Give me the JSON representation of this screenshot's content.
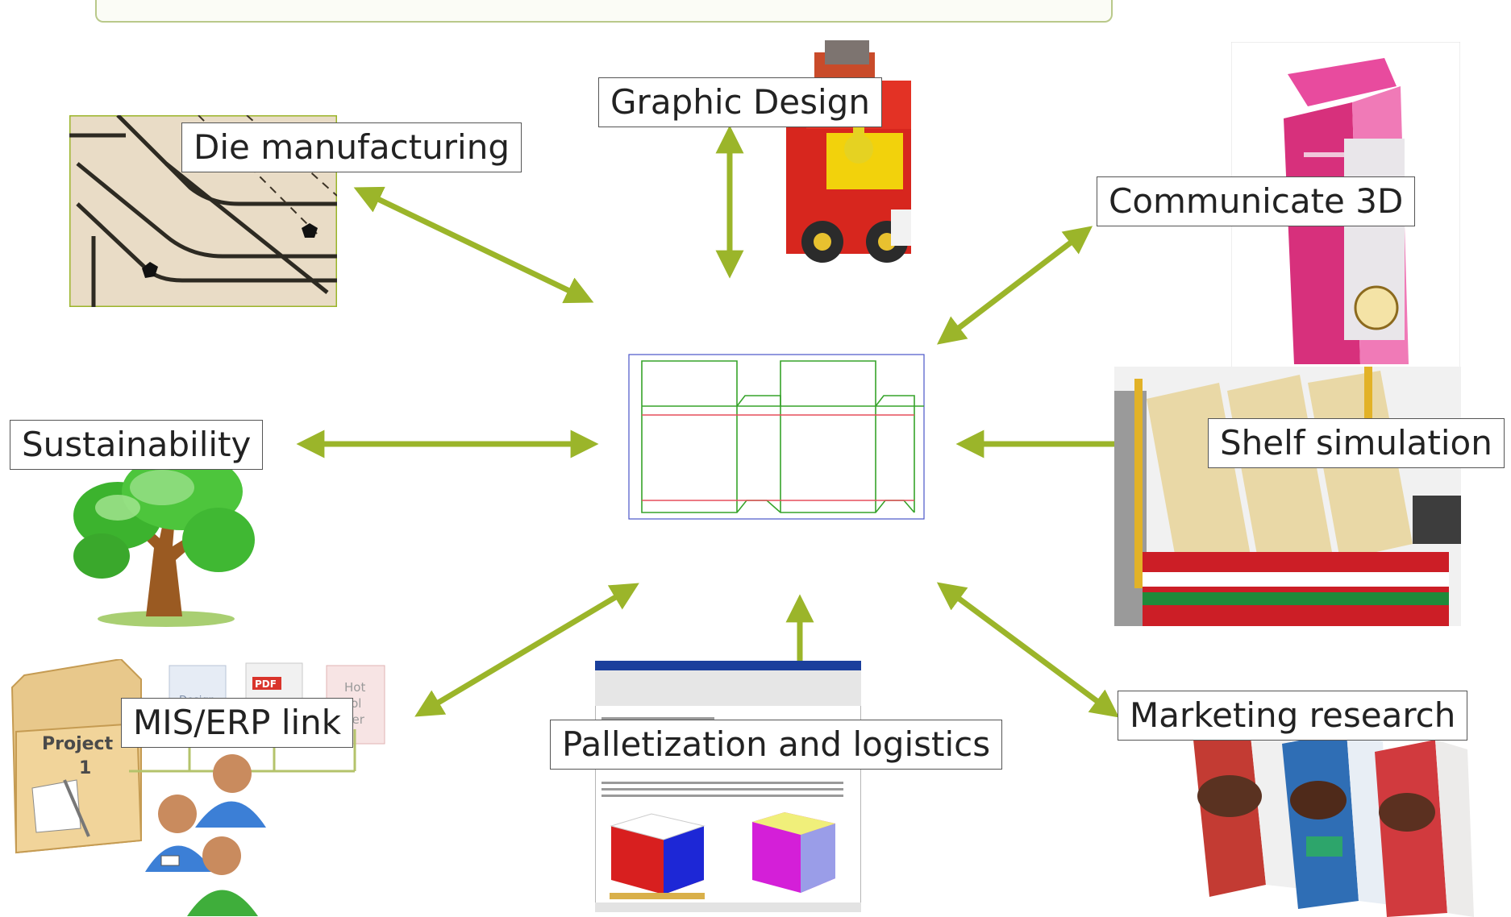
{
  "title": "",
  "nodes": {
    "graphic_design": "Graphic Design",
    "die_manufacturing": "Die manufacturing",
    "communicate_3d": "Communicate 3D",
    "sustainability": "Sustainability",
    "shelf_simulation": "Shelf simulation",
    "mis_erp_link": "MIS/ERP link",
    "palletization": "Palletization and logistics",
    "marketing_research": "Marketing research"
  },
  "folder_label": "Project 1",
  "file_icons": [
    "Design",
    "PDF",
    "Hot Fol der"
  ],
  "accent_color": "#9bb52a",
  "icons": [
    "die-board-photo",
    "fire-truck-box-photo",
    "champagne-box-photo",
    "tree-icon",
    "shelf-display-photo",
    "project-folder-icon",
    "users-icon",
    "palletization-report-screenshot",
    "cereal-box-photo",
    "carton-dieline"
  ]
}
